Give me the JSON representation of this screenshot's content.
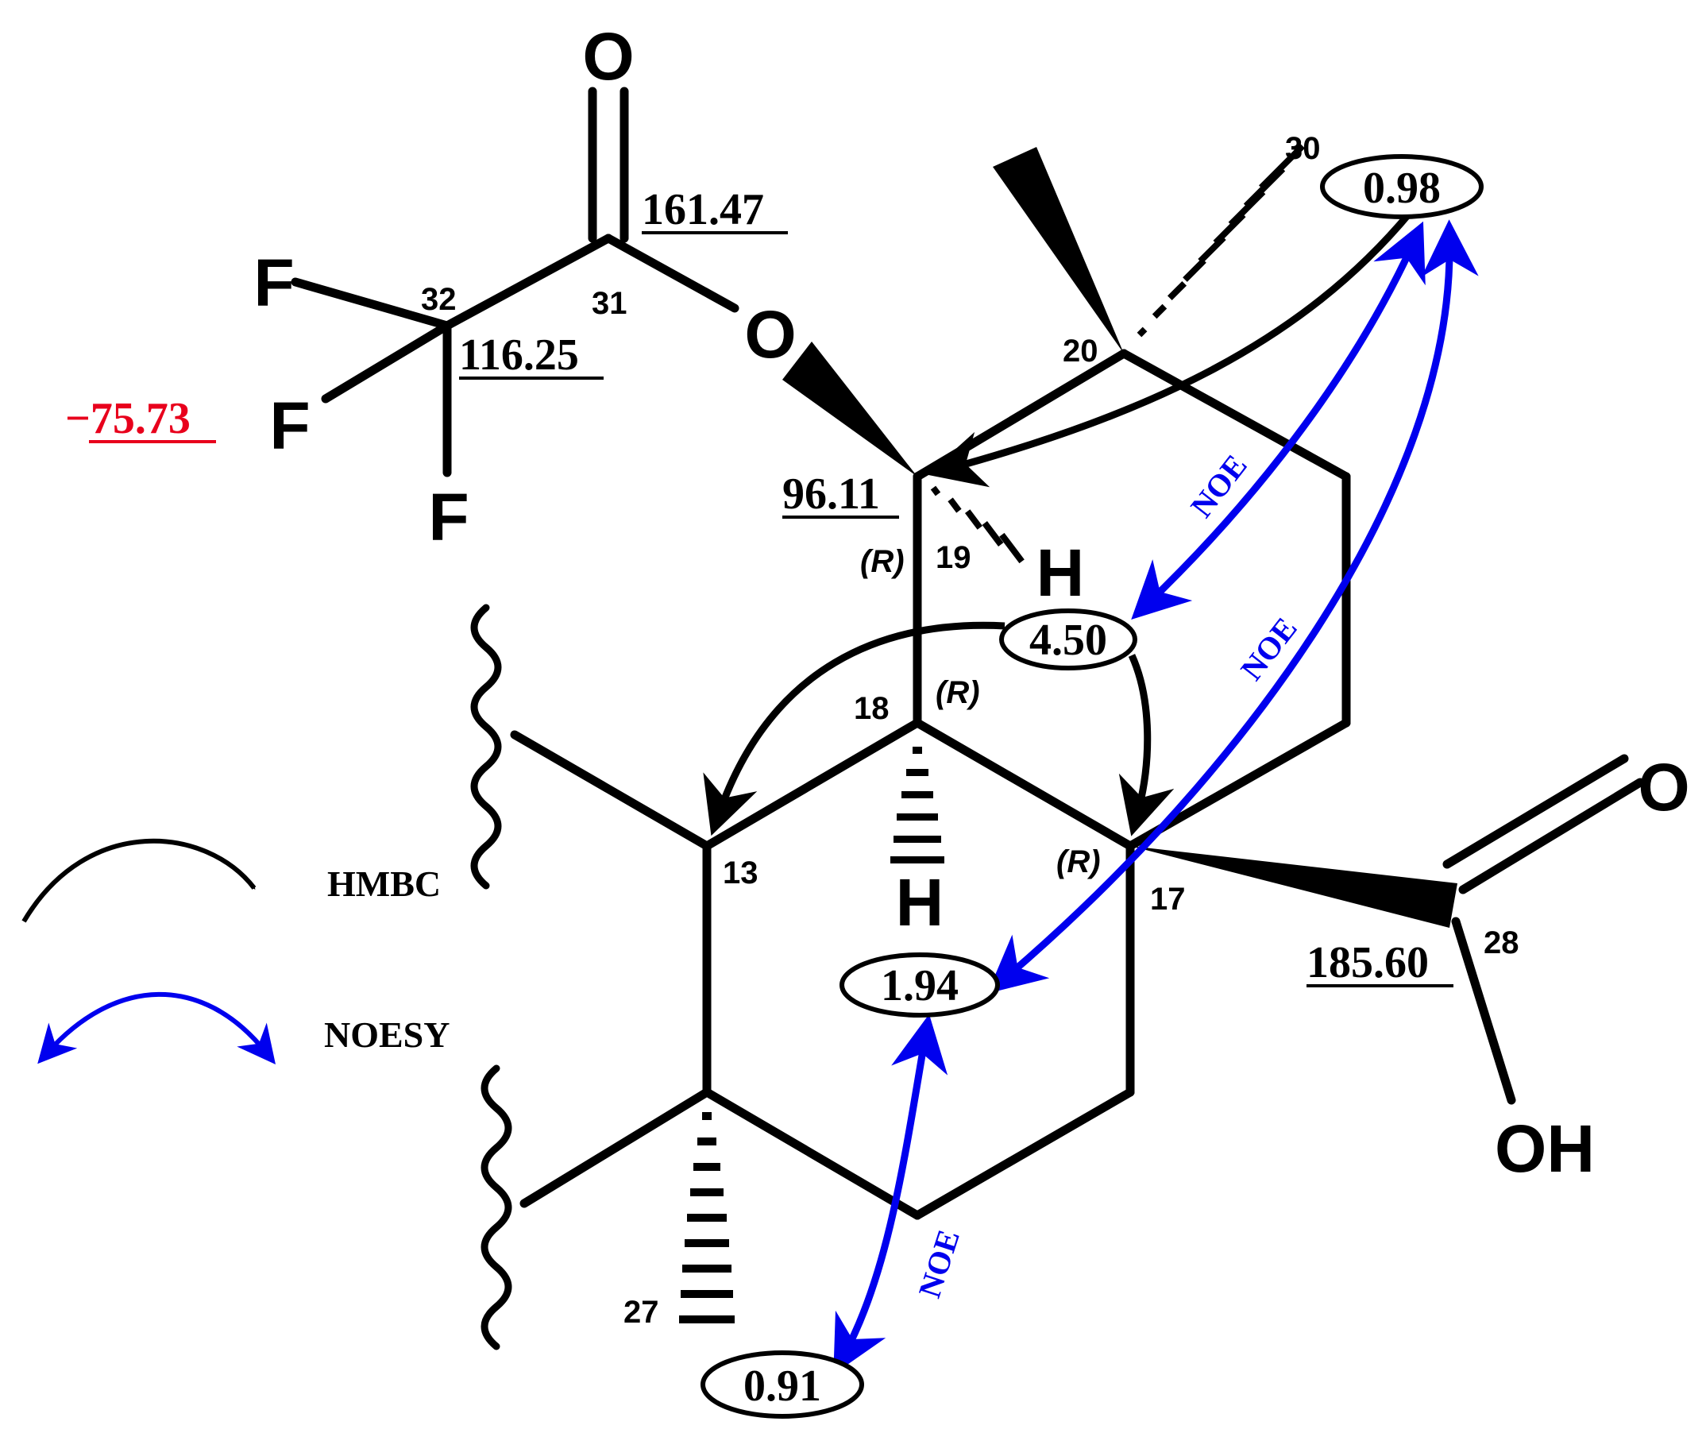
{
  "colors": {
    "ink": "#000000",
    "noe": "#0000ee",
    "fluorine_shift": "#e8001c"
  },
  "atoms": {
    "carbonyl_o": "O",
    "ester_o": "O",
    "f1": "F",
    "f2": "F",
    "f3": "F",
    "h19": "H",
    "h18": "H",
    "acid_o": "O",
    "acid_oh": "OH"
  },
  "numbering": {
    "c30": "30",
    "c20": "20",
    "c32": "32",
    "c31": "31",
    "c19": "19",
    "c18": "18",
    "c13": "13",
    "c17": "17",
    "c28": "28",
    "c27": "27"
  },
  "stereo": {
    "c19": "(R)",
    "c18": "(R)",
    "c17": "(R)"
  },
  "carbon_shifts": {
    "c31": "161.47",
    "c32": "116.25",
    "c19": "96.11",
    "c28": "185.60"
  },
  "fluorine_shift": "−75.73",
  "proton_shifts": {
    "h30": "0.98",
    "h19": "4.50",
    "h18": "1.94",
    "h27": "0.91"
  },
  "noe_labels": [
    "NOE",
    "NOE",
    "NOE"
  ],
  "legend": {
    "hmbc": "HMBC",
    "noesy": "NOESY"
  }
}
